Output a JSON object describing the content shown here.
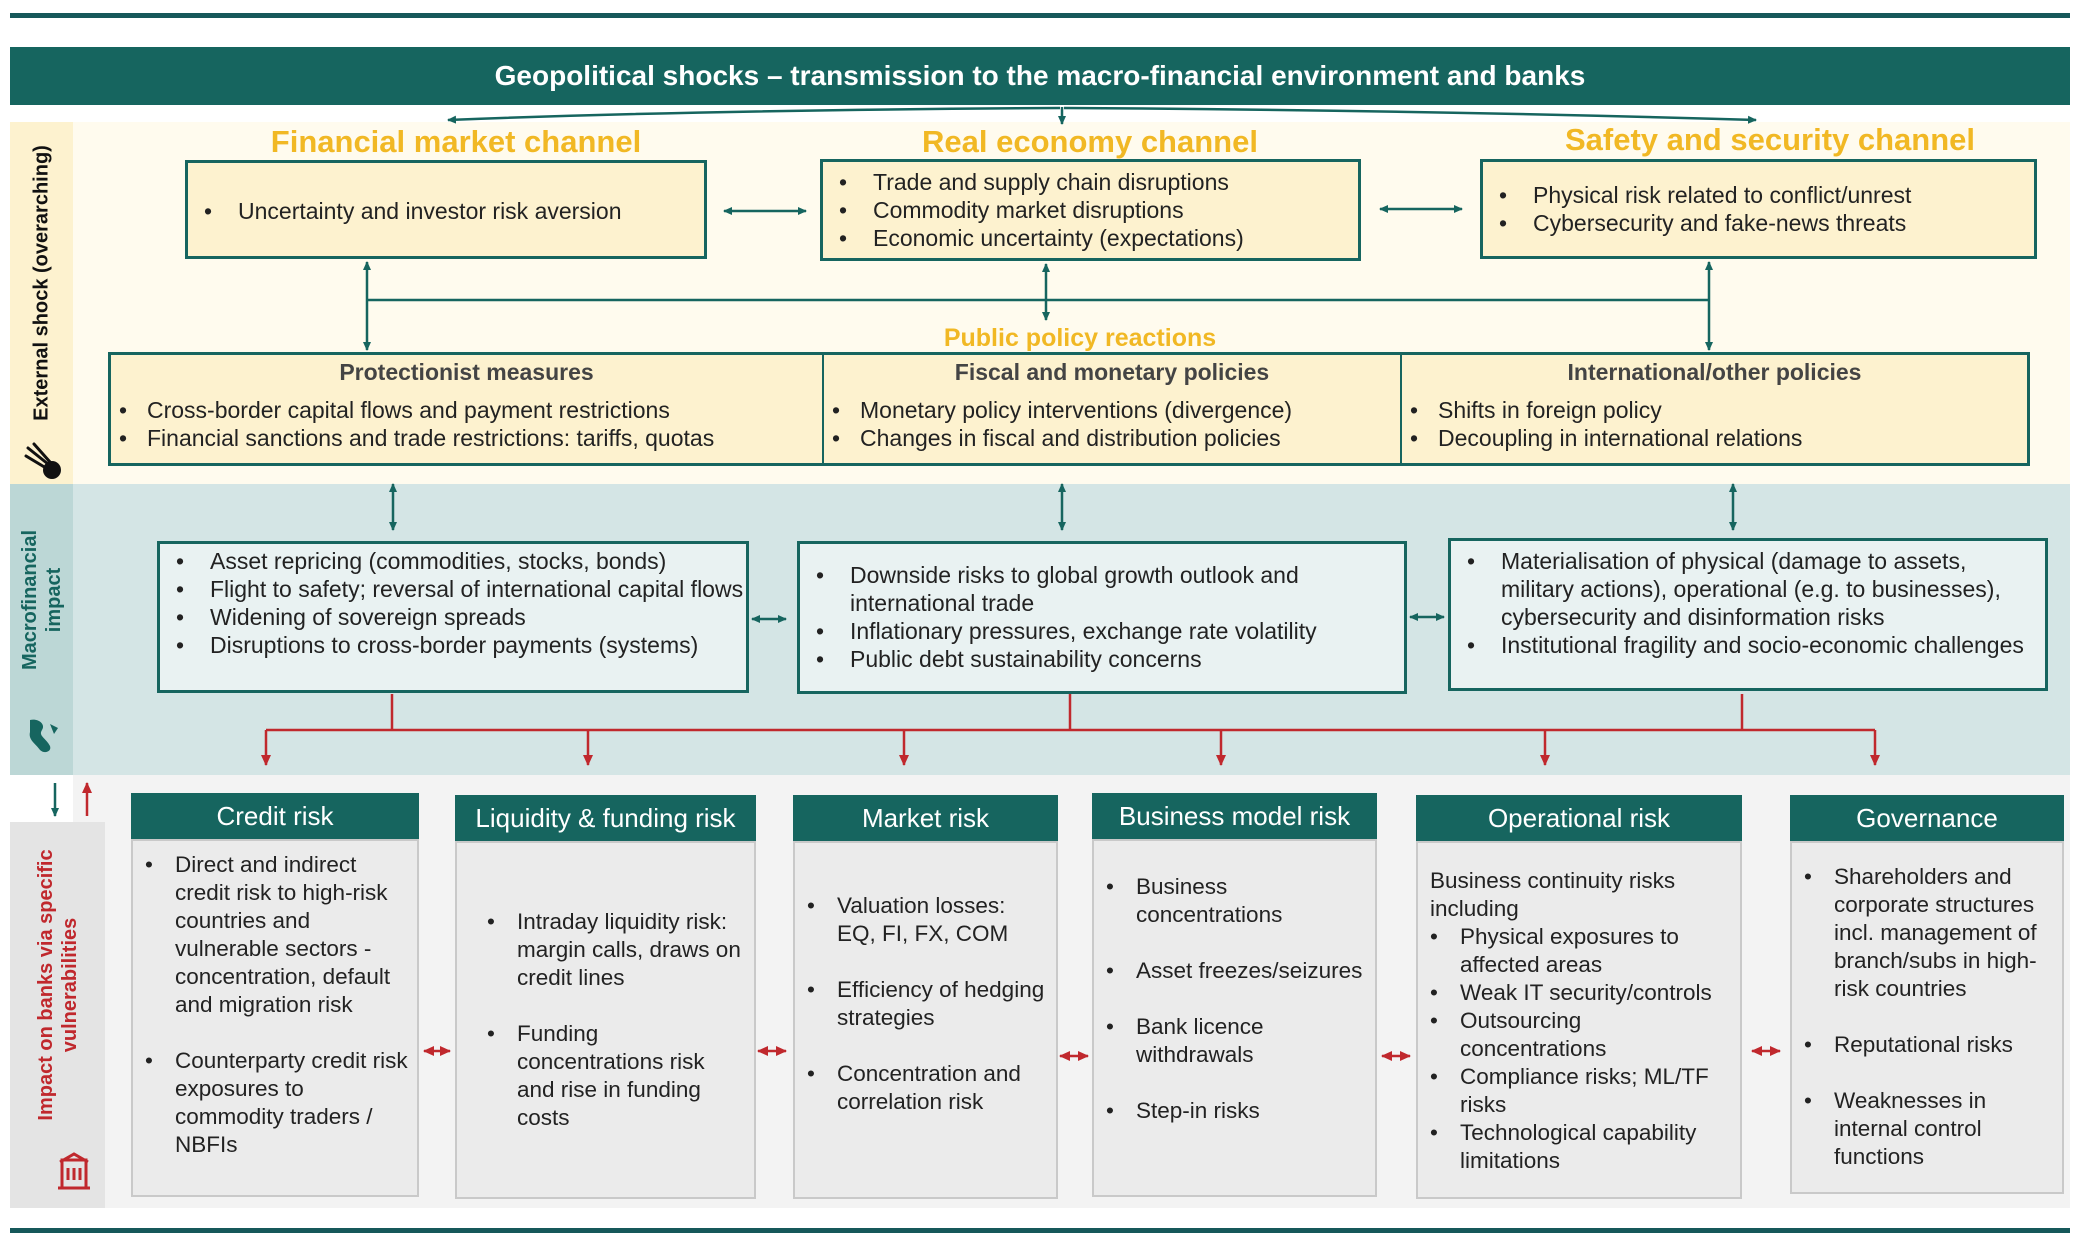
{
  "title": "Geopolitical shocks – transmission to the macro-financial environment and banks",
  "side_labels": {
    "external": "External shock (overarching)",
    "macro": "Macrofinancial impact",
    "banks": "Impact on banks via specific vulnerabilities"
  },
  "icons": {
    "external": "meteor-icon",
    "macro": "globe-icon",
    "banks": "bank-building-icon"
  },
  "channels": [
    {
      "title": "Financial market channel",
      "items": [
        "Uncertainty and investor risk aversion"
      ]
    },
    {
      "title": "Real economy channel",
      "items": [
        "Trade and supply chain disruptions",
        "Commodity market disruptions",
        "Economic uncertainty (expectations)"
      ]
    },
    {
      "title": "Safety and security channel",
      "items": [
        "Physical risk related to conflict/unrest",
        "Cybersecurity and fake-news threats"
      ]
    }
  ],
  "policy": {
    "title": "Public policy reactions",
    "columns": [
      {
        "heading": "Protectionist measures",
        "items": [
          "Cross-border capital flows and payment restrictions",
          "Financial sanctions and trade restrictions: tariffs, quotas"
        ]
      },
      {
        "heading": "Fiscal and monetary policies",
        "items": [
          "Monetary policy interventions (divergence)",
          "Changes in fiscal and distribution policies"
        ]
      },
      {
        "heading": "International/other policies",
        "items": [
          "Shifts in foreign policy",
          "Decoupling in international relations"
        ]
      }
    ]
  },
  "macro_boxes": [
    {
      "items": [
        "Asset repricing (commodities, stocks, bonds)",
        "Flight to safety; reversal of international capital flows",
        "Widening of sovereign spreads",
        "Disruptions to cross-border payments (systems)"
      ]
    },
    {
      "items": [
        "Downside risks to global growth outlook and international trade",
        "Inflationary pressures, exchange rate volatility",
        "Public debt sustainability concerns"
      ]
    },
    {
      "items": [
        "Materialisation of physical (damage to assets, military actions), operational (e.g. to businesses), cybersecurity and disinformation risks",
        "Institutional fragility and socio-economic challenges"
      ]
    }
  ],
  "risks": [
    {
      "title": "Credit risk",
      "items": [
        "Direct and indirect credit risk to high-risk countries and vulnerable sectors - concentration, default and migration risk",
        "Counterparty credit risk exposures to commodity traders / NBFIs"
      ]
    },
    {
      "title": "Liquidity & funding risk",
      "items": [
        "Intraday liquidity risk: margin calls, draws on credit lines",
        "Funding concentrations risk and rise in funding costs"
      ]
    },
    {
      "title": "Market risk",
      "items": [
        "Valuation losses: EQ, FI, FX, COM",
        "Efficiency of hedging strategies",
        "Concentration and correlation risk"
      ]
    },
    {
      "title": "Business model risk",
      "items": [
        "Business concentrations",
        "Asset freezes/seizures",
        "Bank licence withdrawals",
        "Step-in risks"
      ]
    },
    {
      "title": "Operational risk",
      "intro": "Business continuity risks including",
      "items": [
        "Physical exposures to affected areas",
        "Weak IT security/controls",
        "Outsourcing concentrations",
        "Compliance risks; ML/TF risks",
        "Technological capability limitations"
      ]
    },
    {
      "title": "Governance",
      "items": [
        "Shareholders and corporate structures incl. management of branch/subs in high-risk countries",
        "Reputational risks",
        "Weaknesses in internal control functions"
      ]
    }
  ],
  "colors": {
    "teal": "#16655f",
    "gold": "#f1b824",
    "red": "#c0282d",
    "cream": "#fdf2cf",
    "panel_green": "#d4e5e5"
  }
}
